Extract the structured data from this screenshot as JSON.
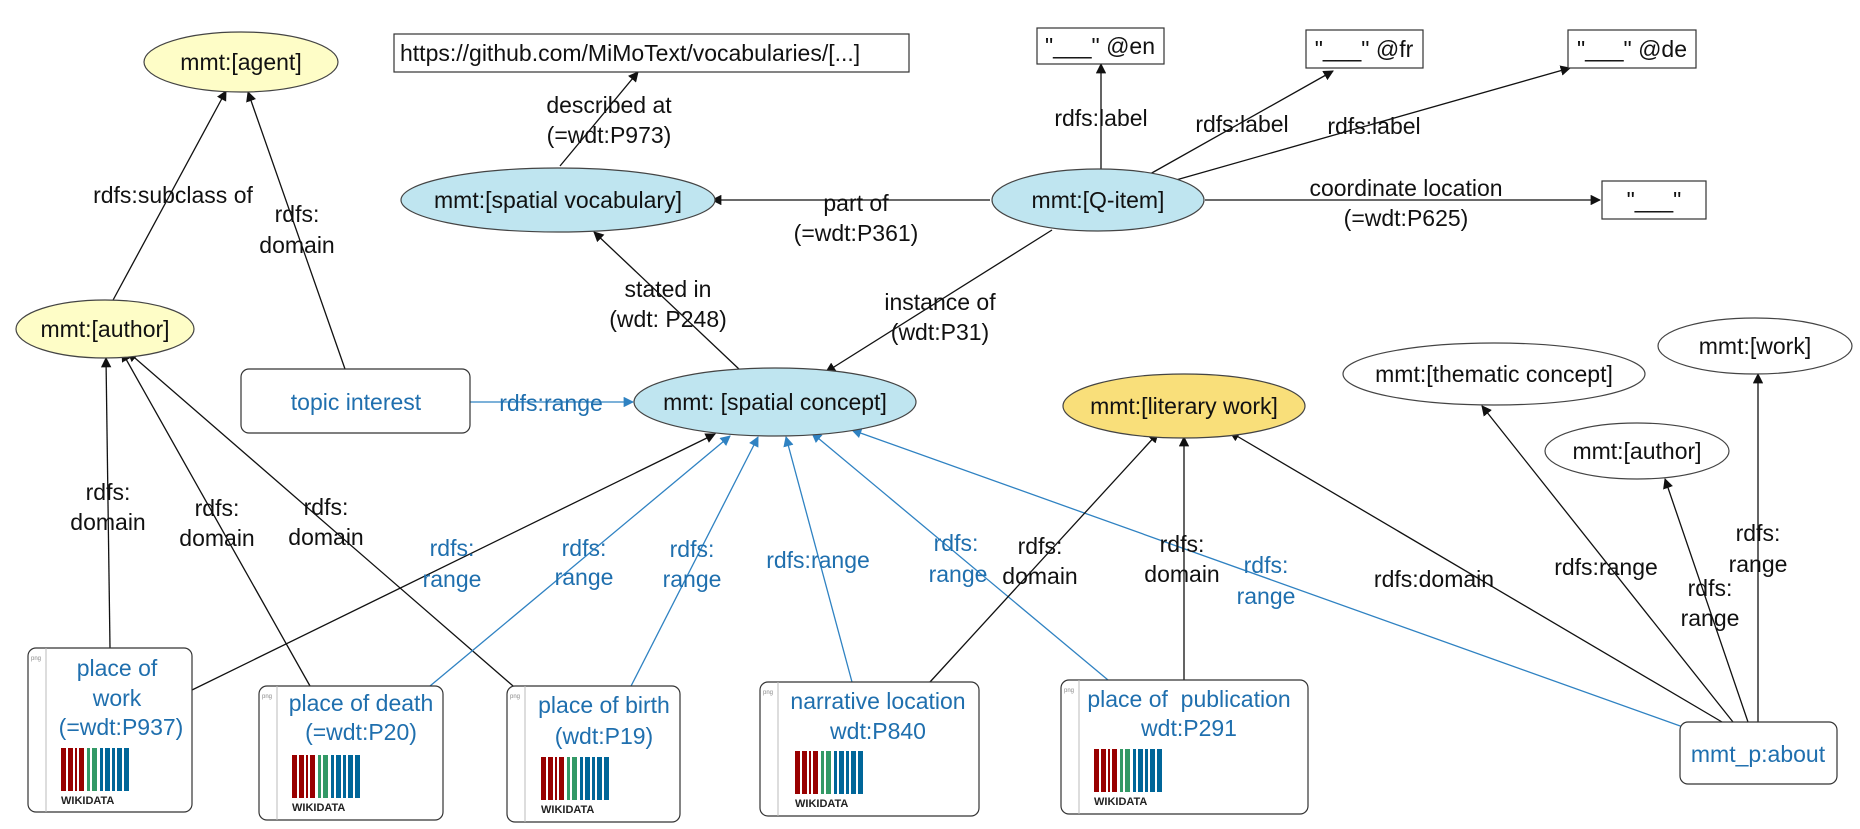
{
  "colors": {
    "black_edge": "#111111",
    "blue_edge": "#2f82c2",
    "blue_text": "#1f6fae",
    "yellow_fill": "#fefdc7",
    "gold_fill": "#f9df7a",
    "blue_fill": "#bfe5f0",
    "white_fill": "#ffffff"
  },
  "ellipses": {
    "agent": "mmt:[agent]",
    "author_left": "mmt:[author]",
    "spatial_vocabulary": "mmt:[spatial vocabulary]",
    "q_item": "mmt:[Q-item]",
    "spatial_concept": "mmt: [spatial concept]",
    "literary_work": "mmt:[literary work]",
    "thematic_concept": "mmt:[thematic concept]",
    "work": "mmt:[work]",
    "author_right": "mmt:[author]"
  },
  "literal_boxes": {
    "github": "https://github.com/MiMoText/vocabularies/[...]",
    "label_en": "\"___\" @en",
    "label_fr": "\"___\" @fr",
    "label_de": "\"___\" @de",
    "coordinate": "\"___\""
  },
  "property_boxes": {
    "topic_interest": "topic interest",
    "place_of_work": [
      "place of",
      "work",
      "(=wdt:P937)"
    ],
    "place_of_death": [
      "place of death",
      "(=wdt:P20)"
    ],
    "place_of_birth": [
      "place of birth",
      "(wdt:P19)"
    ],
    "narrative_location": [
      "narrative location",
      "wdt:P840"
    ],
    "place_of_publication": [
      "place of  publication",
      "wdt:P291"
    ],
    "about": "mmt_p:about",
    "wikidata_logo_text": "WIKIDATA",
    "png_tag": "png"
  },
  "edge_labels": {
    "subclass_of": "rdfs:subclass of",
    "domain_topic": [
      "rdfs:",
      "domain"
    ],
    "described_at": [
      "described at",
      "(=wdt:P973)"
    ],
    "part_of": [
      "part of",
      "(=wdt:P361)"
    ],
    "coordinate_location": [
      "coordinate location",
      "(=wdt:P625)"
    ],
    "label_en": "rdfs:label",
    "label_fr": "rdfs:label",
    "label_de": "rdfs:label",
    "stated_in": [
      "stated in",
      "(wdt: P248)"
    ],
    "instance_of": [
      "instance of",
      "(wdt:P31)"
    ],
    "range_topic": "rdfs:range",
    "domain_work": [
      "rdfs:",
      "domain"
    ],
    "domain_death": [
      "rdfs:",
      "domain"
    ],
    "domain_birth": [
      "rdfs:",
      "domain"
    ],
    "range_work": [
      "rdfs:",
      "range"
    ],
    "range_death": [
      "rdfs:",
      "range"
    ],
    "range_birth": [
      "rdfs:",
      "range"
    ],
    "range_narrative": "rdfs:range",
    "range_narrative2": [
      "rdfs:",
      "range"
    ],
    "domain_narrative": [
      "rdfs:",
      "domain"
    ],
    "domain_publication": [
      "rdfs:",
      "domain"
    ],
    "range_publication": [
      "rdfs:",
      "range"
    ],
    "domain_about": "rdfs:domain",
    "range_about_thematic": "rdfs:range",
    "range_about_author": [
      "rdfs:",
      "range"
    ],
    "range_about_work": [
      "rdfs:",
      "range"
    ]
  }
}
